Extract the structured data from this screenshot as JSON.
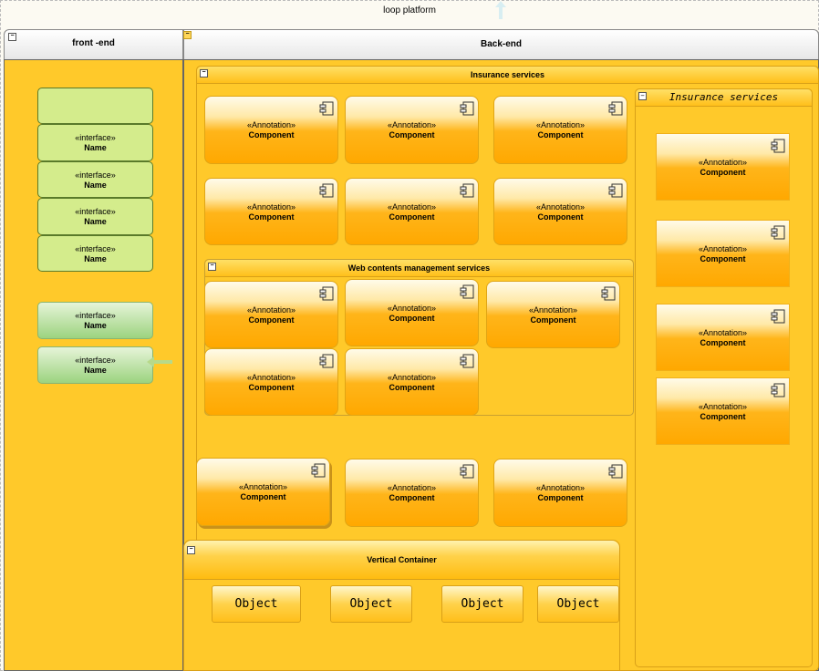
{
  "platform": {
    "title": "loop platform"
  },
  "frontend": {
    "title": "front -end",
    "blank_box": "",
    "interfaces": [
      {
        "stereotype": "«interface»",
        "name": "Name"
      },
      {
        "stereotype": "«interface»",
        "name": "Name"
      },
      {
        "stereotype": "«interface»",
        "name": "Name"
      },
      {
        "stereotype": "«interface»",
        "name": "Name"
      },
      {
        "stereotype": "«interface»",
        "name": "Name"
      },
      {
        "stereotype": "«interface»",
        "name": "Name"
      }
    ]
  },
  "backend": {
    "title": "Back-end",
    "insurance": {
      "title": "Insurance services"
    },
    "insurance_side": {
      "title": "Insurance services"
    },
    "web_contents": {
      "title": "Web contents management services"
    },
    "vertical": {
      "title": "Vertical Container"
    },
    "component": {
      "stereotype": "«Annotation»",
      "name": "Component"
    },
    "objects": [
      "Object",
      "Object",
      "Object",
      "Object"
    ]
  },
  "colors": {
    "lane_fill": "#ffc92a",
    "component_gradient_top": "#fffbe9",
    "component_gradient_bottom": "#ffa800",
    "interface_fill": "#d4ec8c",
    "interface_alt_fill": "#9cd37f"
  },
  "icons": {
    "component": "uml-component-icon",
    "collapse": "collapse-icon"
  }
}
